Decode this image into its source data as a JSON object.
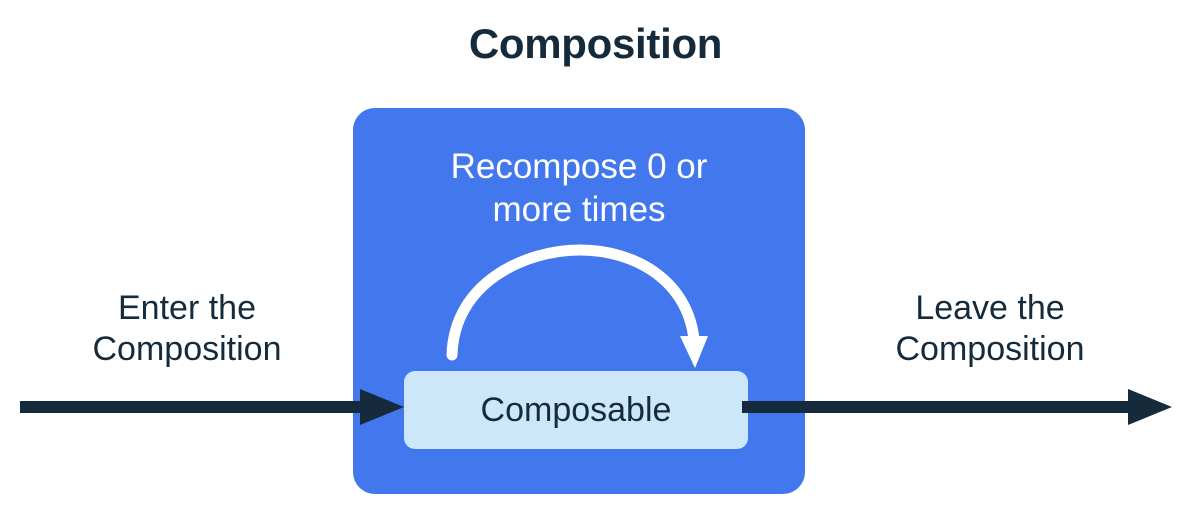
{
  "title": "Composition",
  "colors": {
    "background": "#ffffff",
    "composition_fill": "#4277ED",
    "composable_fill": "#CDE7FA",
    "text_dark": "#152B3C",
    "text_light": "#ffffff",
    "arrow_dark": "#152B3C",
    "loop_arrow": "#ffffff"
  },
  "composition": {
    "recompose_label": "Recompose 0 or\nmore times",
    "composable_label": "Composable",
    "loop_arrow_name": "recompose-loop-arrow"
  },
  "flow": {
    "enter_caption": "Enter the\nComposition",
    "leave_caption": "Leave the\nComposition",
    "enter_arrow_name": "enter-composition-arrow",
    "leave_arrow_name": "leave-composition-arrow"
  }
}
